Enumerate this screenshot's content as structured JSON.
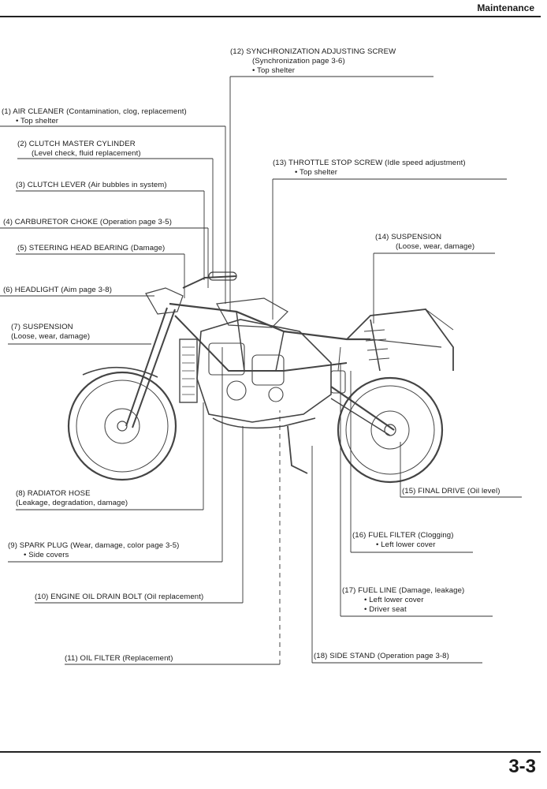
{
  "header": {
    "section": "Maintenance"
  },
  "page_number": "3-3",
  "callouts": [
    {
      "id": "c1",
      "title": "(1) AIR CLEANER (Contamination, clog, replacement)",
      "lines": [
        "• Top shelter"
      ]
    },
    {
      "id": "c2",
      "title": "(2) CLUTCH MASTER CYLINDER",
      "lines": [
        "(Level check, fluid replacement)"
      ]
    },
    {
      "id": "c3",
      "title": "(3) CLUTCH LEVER (Air bubbles in system)",
      "lines": []
    },
    {
      "id": "c4",
      "title": "(4) CARBURETOR CHOKE (Operation page 3-5)",
      "lines": []
    },
    {
      "id": "c5",
      "title": "(5) STEERING HEAD BEARING (Damage)",
      "lines": []
    },
    {
      "id": "c6",
      "title": "(6) HEADLIGHT (Aim page 3-8)",
      "lines": []
    },
    {
      "id": "c7",
      "title": "(7) SUSPENSION",
      "lines": [
        "(Loose, wear, damage)"
      ]
    },
    {
      "id": "c8",
      "title": "(8) RADIATOR HOSE",
      "lines": [
        "(Leakage, degradation, damage)"
      ]
    },
    {
      "id": "c9",
      "title": "(9) SPARK PLUG (Wear, damage, color page 3-5)",
      "lines": [
        "• Side covers"
      ]
    },
    {
      "id": "c10",
      "title": "(10) ENGINE OIL DRAIN BOLT (Oil replacement)",
      "lines": []
    },
    {
      "id": "c11",
      "title": "(11) OIL FILTER (Replacement)",
      "lines": []
    },
    {
      "id": "c12",
      "title": "(12) SYNCHRONIZATION ADJUSTING SCREW",
      "lines": [
        "(Synchronization page 3-6)",
        "• Top shelter"
      ]
    },
    {
      "id": "c13",
      "title": "(13) THROTTLE STOP SCREW (Idle speed adjustment)",
      "lines": [
        "• Top shelter"
      ]
    },
    {
      "id": "c14",
      "title": "(14) SUSPENSION",
      "lines": [
        "(Loose, wear, damage)"
      ]
    },
    {
      "id": "c15",
      "title": "(15) FINAL DRIVE (Oil level)",
      "lines": []
    },
    {
      "id": "c16",
      "title": "(16) FUEL FILTER (Clogging)",
      "lines": [
        "• Left lower cover"
      ]
    },
    {
      "id": "c17",
      "title": "(17) FUEL LINE (Damage, leakage)",
      "lines": [
        "• Left lower cover",
        "• Driver seat"
      ]
    },
    {
      "id": "c18",
      "title": "(18) SIDE STAND (Operation page 3-8)",
      "lines": []
    }
  ]
}
